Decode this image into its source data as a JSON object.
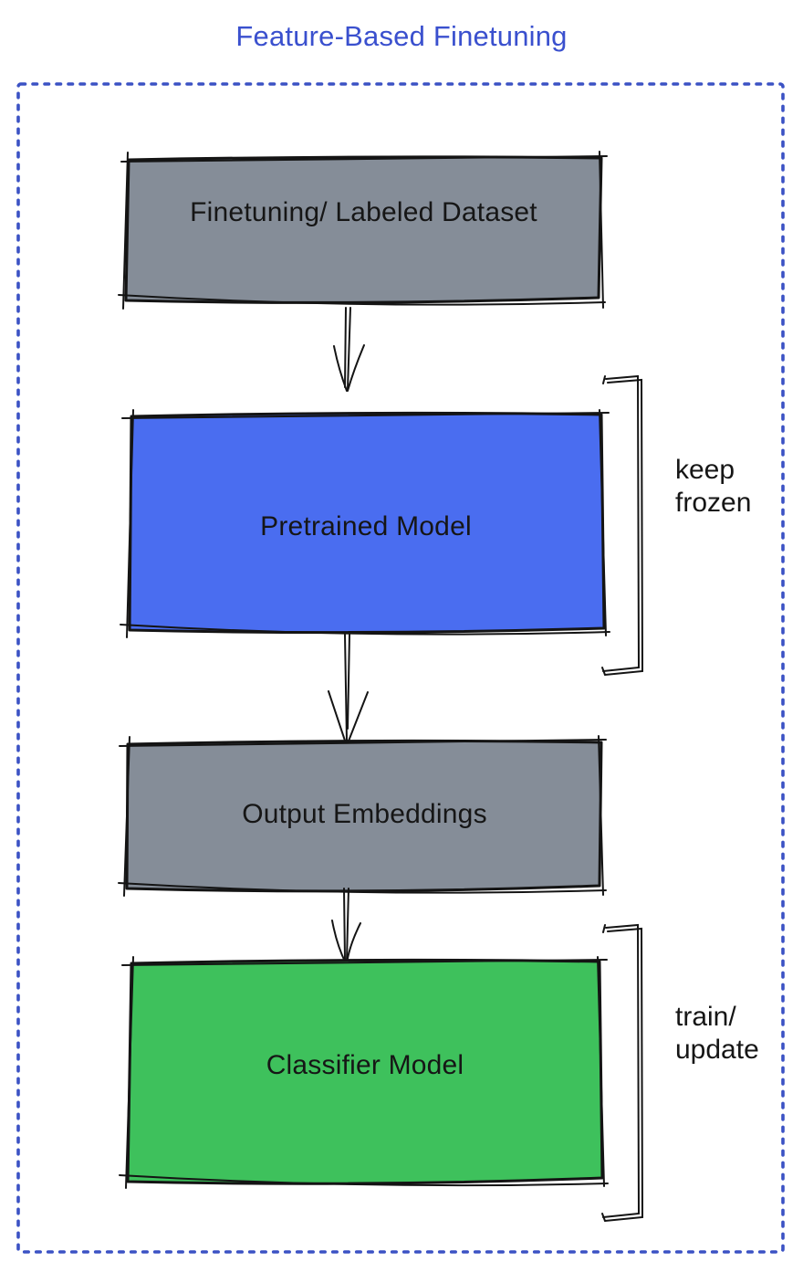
{
  "title": "Feature-Based Finetuning",
  "colors": {
    "title_text": "#3A50CE",
    "dotted_frame": "#3B52C4",
    "box_gray": "#858D98",
    "box_blue": "#4A6DF0",
    "box_green": "#3EC15C",
    "sketch_stroke": "#141414",
    "label_text": "#161616"
  },
  "diagram": {
    "nodes": [
      {
        "id": "dataset",
        "label": "Finetuning/ Labeled Dataset",
        "fill": "gray"
      },
      {
        "id": "pretrained",
        "label": "Pretrained Model",
        "fill": "blue"
      },
      {
        "id": "embeddings",
        "label": "Output Embeddings",
        "fill": "gray"
      },
      {
        "id": "classifier",
        "label": "Classifier Model",
        "fill": "green"
      }
    ],
    "edges": [
      {
        "from": "dataset",
        "to": "pretrained"
      },
      {
        "from": "pretrained",
        "to": "embeddings"
      },
      {
        "from": "embeddings",
        "to": "classifier"
      }
    ],
    "annotations": [
      {
        "target": "pretrained",
        "label": "keep frozen",
        "marker": "right-bracket"
      },
      {
        "target": "classifier",
        "label": "train/ update",
        "marker": "right-bracket"
      }
    ]
  }
}
